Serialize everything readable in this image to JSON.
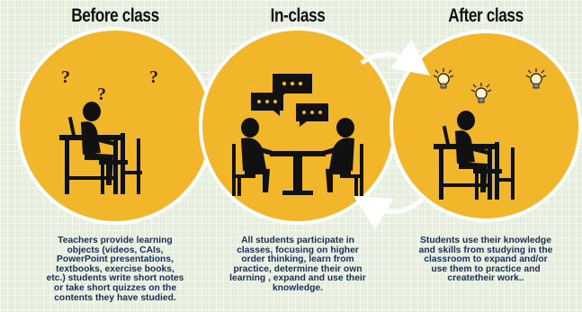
{
  "stages": [
    {
      "title": "Before class",
      "lines": [
        "Teachers provide learning",
        "objects (videos, CAIs,",
        "PowerPoint presentations,",
        "textbooks, exercise books,",
        "etc.) students write short notes",
        "or take short quizzes on the",
        "contents they have studied."
      ],
      "symbol": "?"
    },
    {
      "title": "In-class",
      "lines": [
        "All students participate in",
        "classes, focusing on higher",
        "order thinking, learn from",
        "practice, determine their own",
        "learning , expand and use their",
        "knowledge."
      ],
      "bubble_icon": "speech-bubble-icon"
    },
    {
      "title": "After class",
      "lines": [
        "Students use their knowledge",
        "and skills from studying in the",
        "classroom to expand and/or",
        "use them to practice and",
        "createtheir work.."
      ],
      "bulb_icon": "lightbulb-icon"
    }
  ],
  "colors": {
    "circle_fill": "#f2b62b",
    "circle_border": "#ffffff",
    "silhouette": "#111111",
    "text": "#1b2e57",
    "background": "#e6efdc"
  }
}
